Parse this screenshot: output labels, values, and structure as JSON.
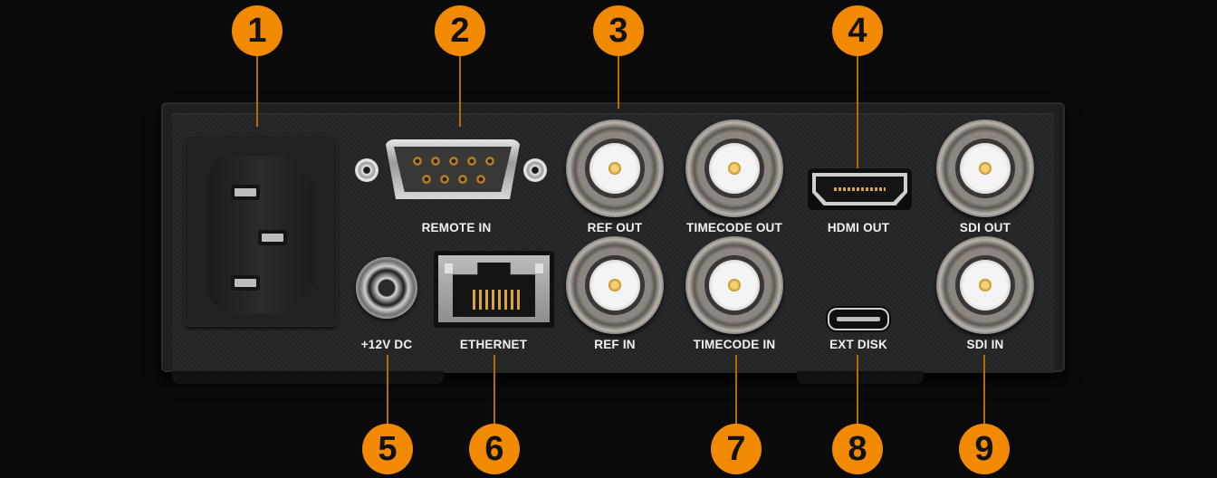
{
  "callout_color": "#f18a00",
  "callouts": [
    {
      "number": "1",
      "target": "power-inlet"
    },
    {
      "number": "2",
      "target": "remote-in"
    },
    {
      "number": "3",
      "target": "ref-out"
    },
    {
      "number": "4",
      "target": "hdmi-out"
    },
    {
      "number": "5",
      "target": "dc-in"
    },
    {
      "number": "6",
      "target": "ethernet"
    },
    {
      "number": "7",
      "target": "timecode-in"
    },
    {
      "number": "8",
      "target": "ext-disk"
    },
    {
      "number": "9",
      "target": "sdi-in"
    }
  ],
  "ports": {
    "remote_in": "REMOTE IN",
    "ref_out": "REF OUT",
    "timecode_out": "TIMECODE OUT",
    "hdmi_out": "HDMI OUT",
    "sdi_out": "SDI OUT",
    "dc_in": "+12V DC",
    "ethernet": "ETHERNET",
    "ref_in": "REF IN",
    "timecode_in": "TIMECODE IN",
    "ext_disk": "EXT DISK",
    "sdi_in": "SDI IN"
  }
}
